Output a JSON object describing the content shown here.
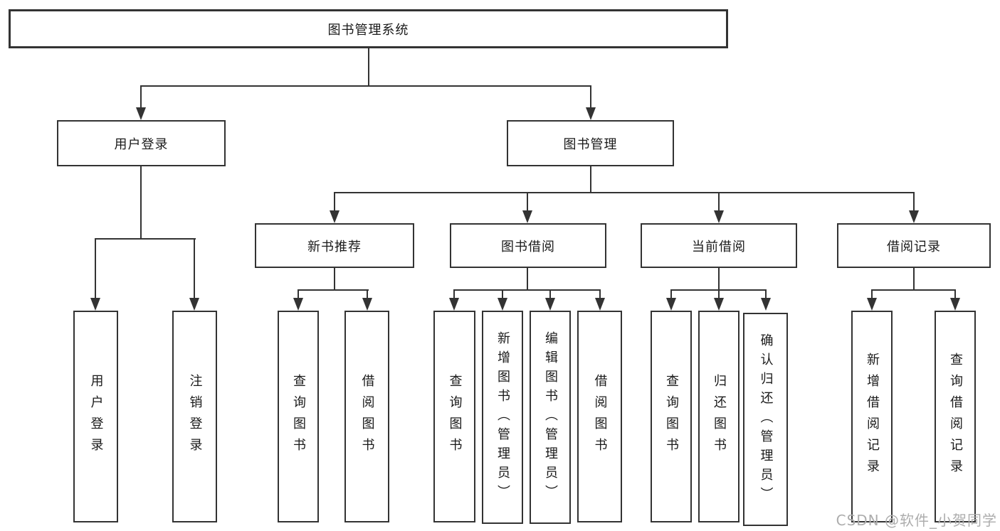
{
  "diagram": {
    "root": {
      "label": "图书管理系统"
    },
    "branches": [
      {
        "label": "用户登录",
        "children": [
          {
            "label": "用户登录"
          },
          {
            "label": "注销登录"
          }
        ]
      },
      {
        "label": "图书管理",
        "children": [
          {
            "label": "新书推荐",
            "children": [
              {
                "label": "查询图书"
              },
              {
                "label": "借阅图书"
              }
            ]
          },
          {
            "label": "图书借阅",
            "children": [
              {
                "label": "查询图书"
              },
              {
                "label": "新增图书（管理员）"
              },
              {
                "label": "编辑图书（管理员）"
              },
              {
                "label": "借阅图书"
              }
            ]
          },
          {
            "label": "当前借阅",
            "children": [
              {
                "label": "查询图书"
              },
              {
                "label": "归还图书"
              },
              {
                "label": "确认归还（管理员）"
              }
            ]
          },
          {
            "label": "借阅记录",
            "children": [
              {
                "label": "新增借阅记录"
              },
              {
                "label": "查询借阅记录"
              }
            ]
          }
        ]
      }
    ]
  },
  "colors": {
    "line": "#333333",
    "text": "#1a1a1a",
    "watermark": "#adadad",
    "background": "#ffffff"
  },
  "watermark": {
    "text": "CSDN @软件_小贺同学"
  }
}
